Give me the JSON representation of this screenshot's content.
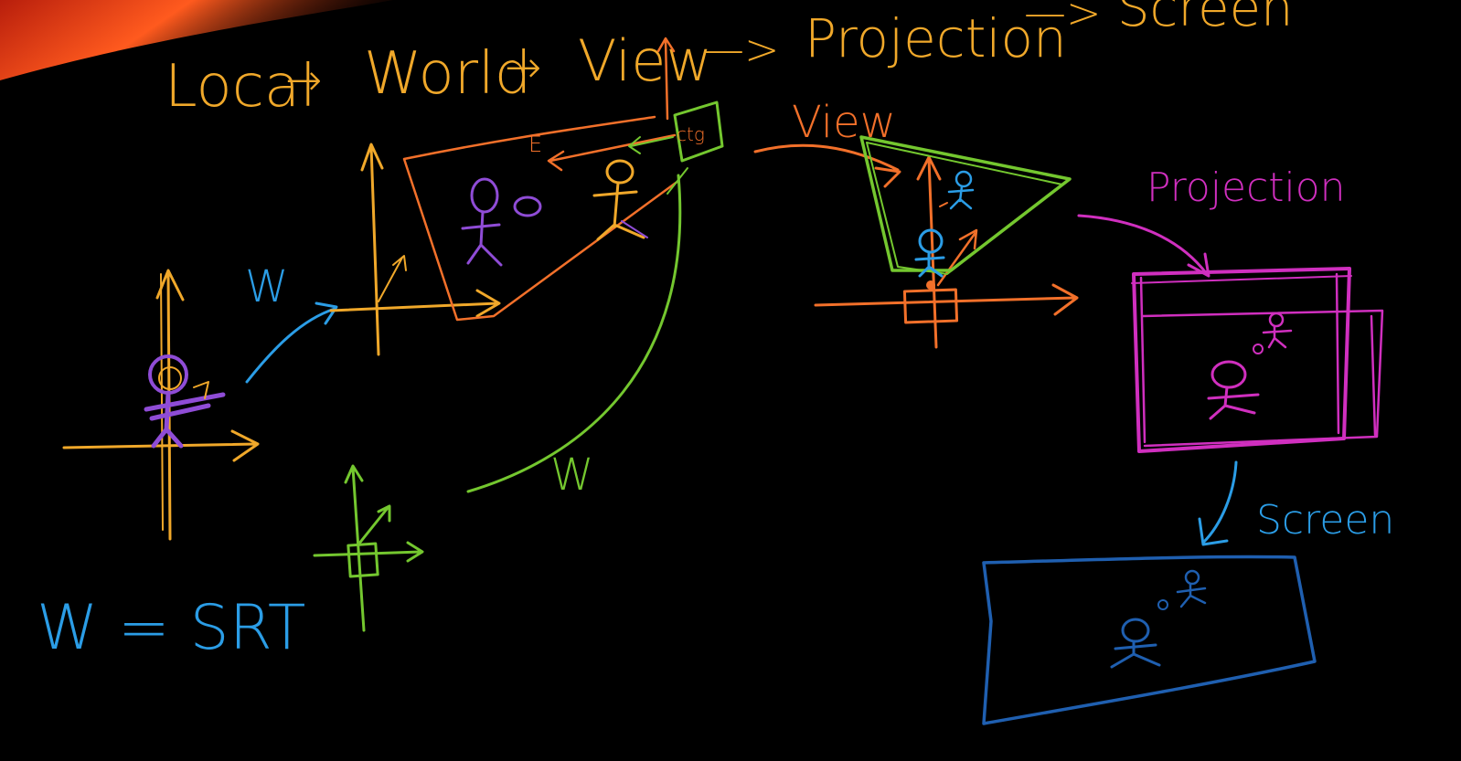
{
  "colors": {
    "background": "#000000",
    "banner_red": "#e63a1a",
    "banner_orange": "#ff6a2a",
    "local_yellow": "#f0a82a",
    "purple": "#8f4cd6",
    "blue": "#2b9de6",
    "green": "#74c72f",
    "orange": "#f2702a",
    "magenta": "#d02fbf",
    "screen_blue": "#1f5fb0"
  },
  "pipeline": {
    "local": "Local",
    "world": "World",
    "view": "View",
    "projection": "Projection",
    "screen": "Screen",
    "arrow": "→",
    "long_arrow": "—>"
  },
  "labels": {
    "w_blue": "W",
    "w_green": "W",
    "formula": "W = SRT",
    "view": "View",
    "projection": "Projection",
    "screen": "Screen"
  },
  "icons": {
    "camera": "camera-icon",
    "stick_figure": "stick-figure-icon",
    "axes": "axes-icon",
    "frustum": "frustum-icon"
  }
}
